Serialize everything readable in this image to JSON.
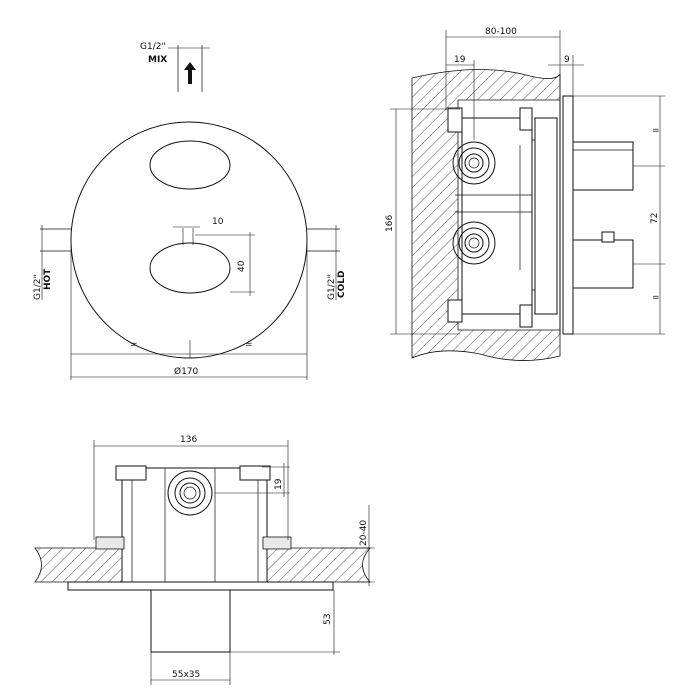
{
  "front_view": {
    "mix_connection": "G1/2\"",
    "mix_label": "MIX",
    "hot_connection": "G1/2\"",
    "hot_label": "HOT",
    "cold_connection": "G1/2\"",
    "cold_label": "COLD",
    "knob_offset": "10",
    "knob_height": "40",
    "diameter": "Ø170"
  },
  "side_view": {
    "wall_depth": "80-100",
    "inlet_offset": "19",
    "plate_depth": "9",
    "body_height": "166",
    "handles_spacing": "72"
  },
  "top_view": {
    "box_width": "136",
    "inlet_offset": "19",
    "plaster_range": "20-40",
    "projection": "53",
    "spindle_size": "55x35"
  }
}
